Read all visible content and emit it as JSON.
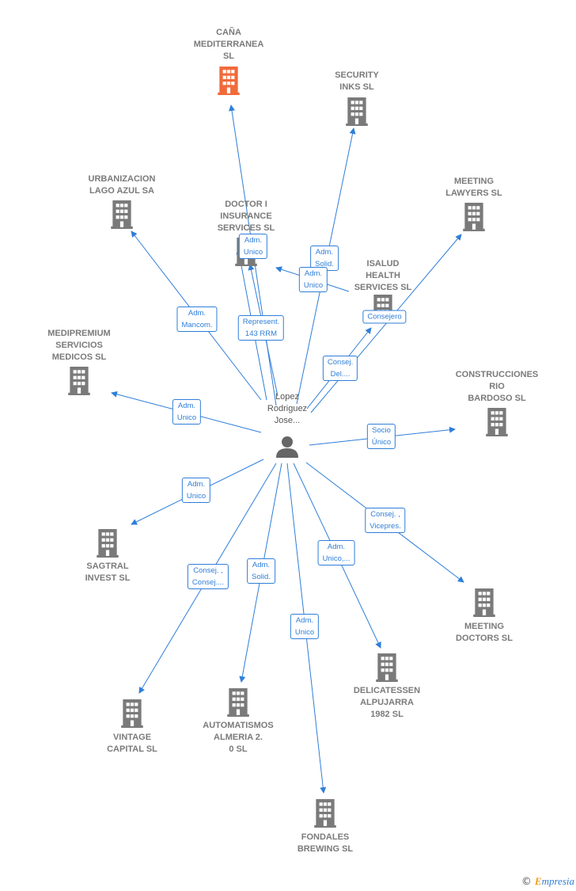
{
  "colors": {
    "edge": "#2f7ed8",
    "building": "#7a7a7a",
    "main_building": "#f26a3a",
    "person": "#666666"
  },
  "person": {
    "name": "Lopez\nRodriguez\nJose..."
  },
  "companies": [
    {
      "id": "cana",
      "name": "CAÑA\nMEDITERRANEA\nSL",
      "main": true
    },
    {
      "id": "security",
      "name": "SECURITY\nINKS SL"
    },
    {
      "id": "urbanizacion",
      "name": "URBANIZACION\nLAGO AZUL SA"
    },
    {
      "id": "doctor",
      "name": "DOCTOR I\nINSURANCE\nSERVICES SL"
    },
    {
      "id": "meeting_lawyers",
      "name": "MEETING\nLAWYERS SL"
    },
    {
      "id": "isalud",
      "name": "ISALUD\nHEALTH\nSERVICES SL"
    },
    {
      "id": "medipremium",
      "name": "MEDIPREMIUM\nSERVICIOS\nMEDICOS SL"
    },
    {
      "id": "construcciones",
      "name": "CONSTRUCCIONES\nRIO\nBARDOSO SL"
    },
    {
      "id": "sagtral",
      "name": "SAGTRAL\nINVEST SL"
    },
    {
      "id": "meeting_doctors",
      "name": "MEETING\nDOCTORS SL"
    },
    {
      "id": "vintage",
      "name": "VINTAGE\nCAPITAL SL"
    },
    {
      "id": "automatismos",
      "name": "AUTOMATISMOS\nALMERIA 2.\n0 SL"
    },
    {
      "id": "delicatessen",
      "name": "DELICATESSEN\nALPUJARRA\n1982 SL"
    },
    {
      "id": "fondales",
      "name": "FONDALES\nBREWING SL"
    }
  ],
  "relations": [
    {
      "to": "cana",
      "label": ""
    },
    {
      "to": "security",
      "label": "Adm.\nSolid."
    },
    {
      "to": "doctor",
      "label": "Adm.\nUnico"
    },
    {
      "to": "doctor",
      "label": "Represent.\n143 RRM"
    },
    {
      "to": "urbanizacion",
      "label": "Adm.\nMancom."
    },
    {
      "to": "isalud",
      "label": "Consej.\nDel...."
    },
    {
      "to": "meeting_lawyers",
      "label": "Consejero"
    },
    {
      "to": "doctor",
      "label": "Adm.\nUnico"
    },
    {
      "to": "medipremium",
      "label": "Adm.\nUnico"
    },
    {
      "to": "construcciones",
      "label": "Socio\nÚnico"
    },
    {
      "to": "sagtral",
      "label": "Adm.\nUnico"
    },
    {
      "to": "meeting_doctors",
      "label": "Consej. ,\nVicepres."
    },
    {
      "to": "vintage",
      "label": "Consej. ,\nConsej...."
    },
    {
      "to": "automatismos",
      "label": "Adm.\nSolid."
    },
    {
      "to": "delicatessen",
      "label": "Adm.\nUnico,..."
    },
    {
      "to": "fondales",
      "label": "Adm.\nUnico"
    }
  ],
  "footer": {
    "copyright": "©",
    "brand_initial": "E",
    "brand_rest": "mpresia"
  }
}
